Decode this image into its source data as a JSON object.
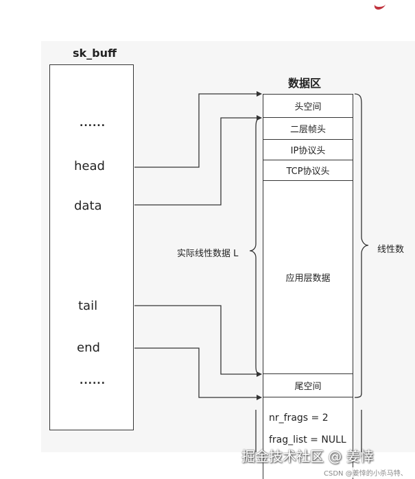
{
  "sk_buff": {
    "title": "sk_buff",
    "fields": [
      "......",
      "head",
      "data",
      "tail",
      "end",
      "......"
    ]
  },
  "data_area": {
    "title": "数据区",
    "segments": [
      "头空间",
      "二层帧头",
      "IP协议头",
      "TCP协议头",
      "应用层数据",
      "尾空间"
    ],
    "shared_info": [
      "nr_frags = 2",
      "frag_list = NULL"
    ]
  },
  "labels": {
    "actual_linear": "实际线性数据 L",
    "linear_right": "线性数"
  },
  "watermark": {
    "main": "掘金技术社区 @ 姜悻",
    "csdn": "CSDN @姜悻的小杀马特、"
  },
  "colors": {
    "line": "#333333",
    "accent": "#c0333d"
  }
}
